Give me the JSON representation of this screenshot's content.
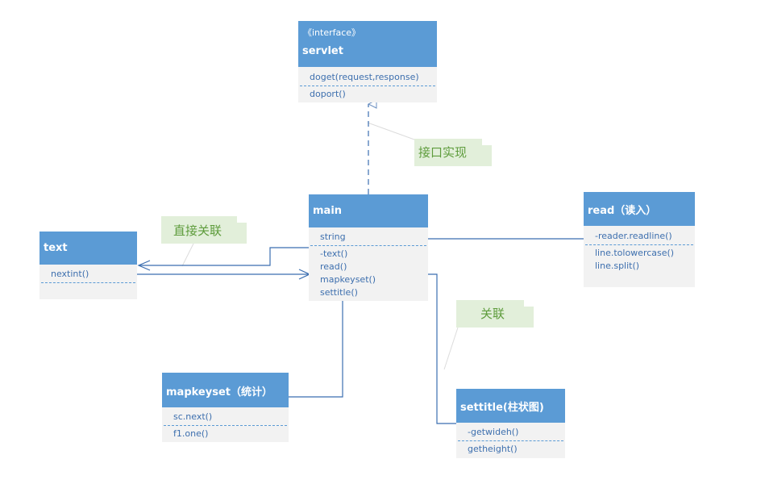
{
  "classes": {
    "servlet": {
      "stereotype": "《interface》",
      "name": "servlet",
      "methods_a": [
        "doget(request,response)"
      ],
      "methods_b": [
        "doport()"
      ]
    },
    "main": {
      "name": "main",
      "fields": [
        "string"
      ],
      "methods": [
        "-text()",
        "read()",
        "mapkeyset()",
        "settitle()"
      ]
    },
    "text": {
      "name": "text",
      "methods": [
        "nextint()"
      ]
    },
    "read": {
      "name": "read（读入）",
      "fields": [
        "-reader.readline()"
      ],
      "methods": [
        "line.tolowercase()",
        "line.split()"
      ]
    },
    "mapkeyset": {
      "name": "mapkeyset（统计）",
      "fields": [
        "sc.next()"
      ],
      "methods": [
        "f1.one()"
      ]
    },
    "settitle": {
      "name": "settitle(柱状图)",
      "fields": [
        "-getwideh()"
      ],
      "methods": [
        "getheight()"
      ]
    }
  },
  "notes": {
    "interface_impl": "接口实现",
    "direct_assoc": "直接关联",
    "assoc": "关联"
  },
  "colors": {
    "header": "#5b9bd5",
    "body": "#f2f2f2",
    "member_text": "#3d6fae",
    "connector": "#3b6eb0",
    "note_bg": "#e2efda",
    "note_text": "#5e9c3c"
  }
}
